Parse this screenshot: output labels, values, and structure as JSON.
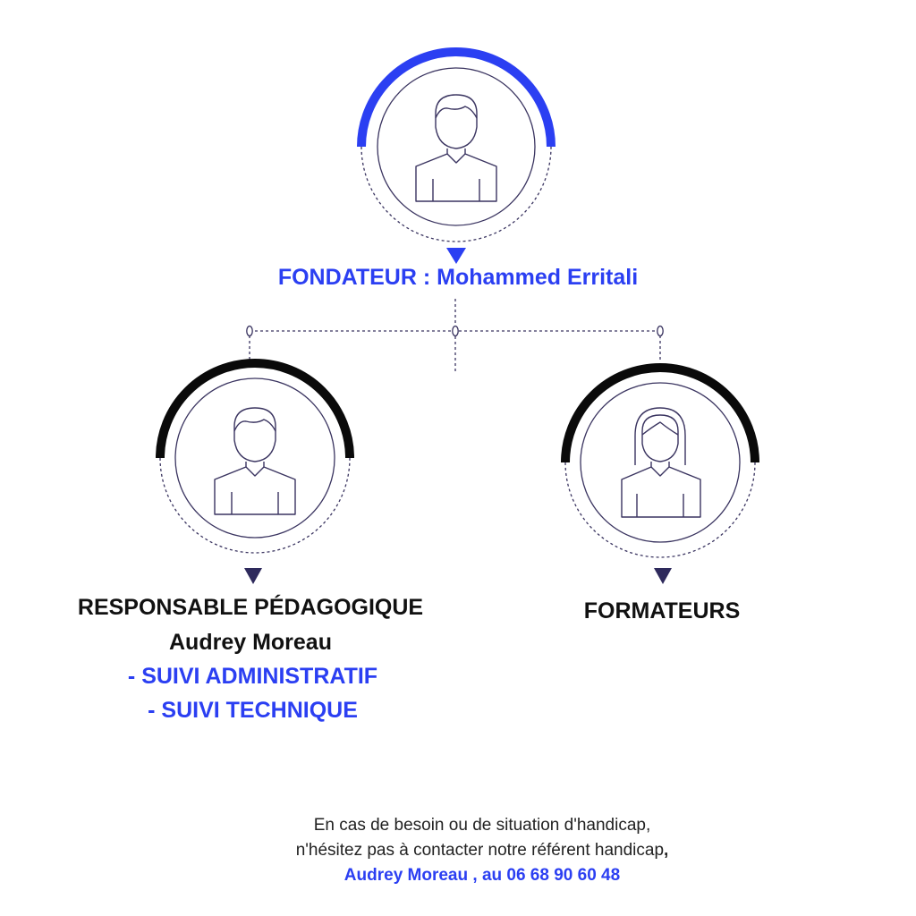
{
  "colors": {
    "accent": "#2b3ff2",
    "dark_arc": "#0a0a0a",
    "line": "#3a3460",
    "pointer": "#2e2a5c",
    "text": "#111111"
  },
  "founder": {
    "label": "FONDATEUR : Mohammed Erritali",
    "icon": "male-person-icon"
  },
  "responsable": {
    "title": "RESPONSABLE PÉDAGOGIQUE",
    "name": "Audrey Moreau",
    "roles": [
      "- SUIVI ADMINISTRATIF",
      "- SUIVI TECHNIQUE"
    ],
    "icon": "male-person-icon"
  },
  "formateurs": {
    "title": "FORMATEURS",
    "icon": "female-person-icon"
  },
  "footer": {
    "line1": "En cas de besoin ou de situation d'handicap,",
    "line2": "n'hésitez pas à contacter notre référent handicap",
    "line2_end": ",",
    "contact": "Audrey Moreau , au 06 68 90 60 48"
  }
}
